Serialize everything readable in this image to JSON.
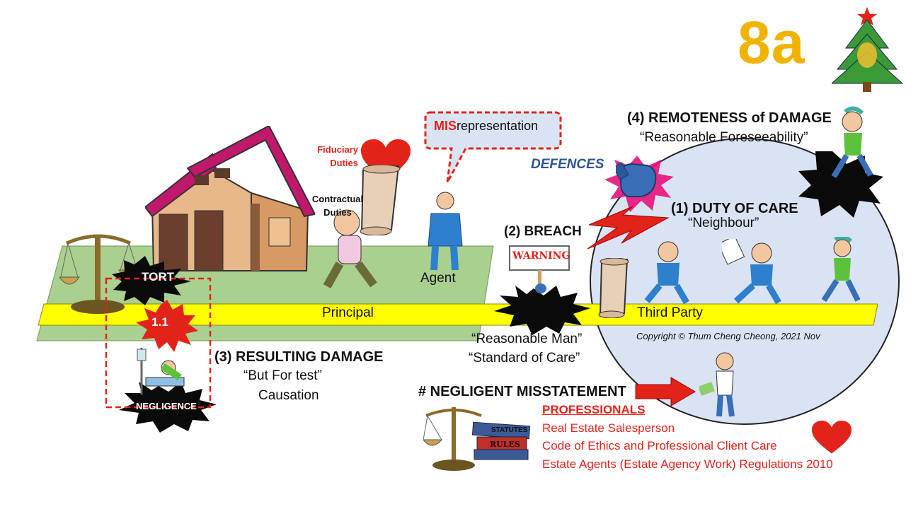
{
  "slide": {
    "number": "8a"
  },
  "labels": {
    "fiduciary": [
      "Fiduciary",
      "Duties"
    ],
    "contractual": [
      "Contractual",
      "Duties"
    ],
    "misrep_bold": "MIS",
    "misrep_rest": "representation",
    "defences": "DEFENCES",
    "remoteness_title": "(4) REMOTENESS of DAMAGE",
    "remoteness_sub": "“Reasonable Foreseeability”",
    "duty_title": "(1) DUTY OF CARE",
    "duty_sub": "“Neighbour”",
    "breach_title": "(2) BREACH",
    "warning_sign": "WARNING",
    "agent": "Agent",
    "principal": "Principal",
    "third_party": "Third Party",
    "tort": "TORT",
    "badge_num": "1.1",
    "negligence": "NEGLIGENCE",
    "damage_title": "(3) RESULTING DAMAGE",
    "damage_sub1": "“But For test”",
    "damage_sub2": "Causation",
    "reasonable_man": "“Reasonable Man”",
    "standard_of_care": "“Standard of Care”",
    "copyright": "Copyright © Thum Cheng Cheong, 2021 Nov",
    "negligent_misstatement": "# NEGLIGENT MISSTATEMENT",
    "professionals": "PROFESSIONALS",
    "prof_items": [
      "Real Estate Salesperson",
      "Code of Ethics and Professional  Client Care",
      "Estate Agents (Estate Agency Work) Regulations 2010"
    ],
    "book_statutes": "STATUTES",
    "book_rules": "RULES"
  },
  "colors": {
    "slide_number": "#f0b400",
    "ground": "#a9d08e",
    "road": "#ffff00",
    "circle": "#dae3f3",
    "red": "#e2231a",
    "blue_text": "#2e5597"
  },
  "icons": [
    "christmas-tree-icon",
    "house-icon",
    "scales-icon",
    "heart-icon",
    "scroll-icon",
    "speech-bubble-icon",
    "boxing-glove-icon",
    "lightning-bolt-icon",
    "warning-sign-icon",
    "hospital-bed-icon",
    "person-icon",
    "arrow-right-icon",
    "law-books-icon"
  ]
}
